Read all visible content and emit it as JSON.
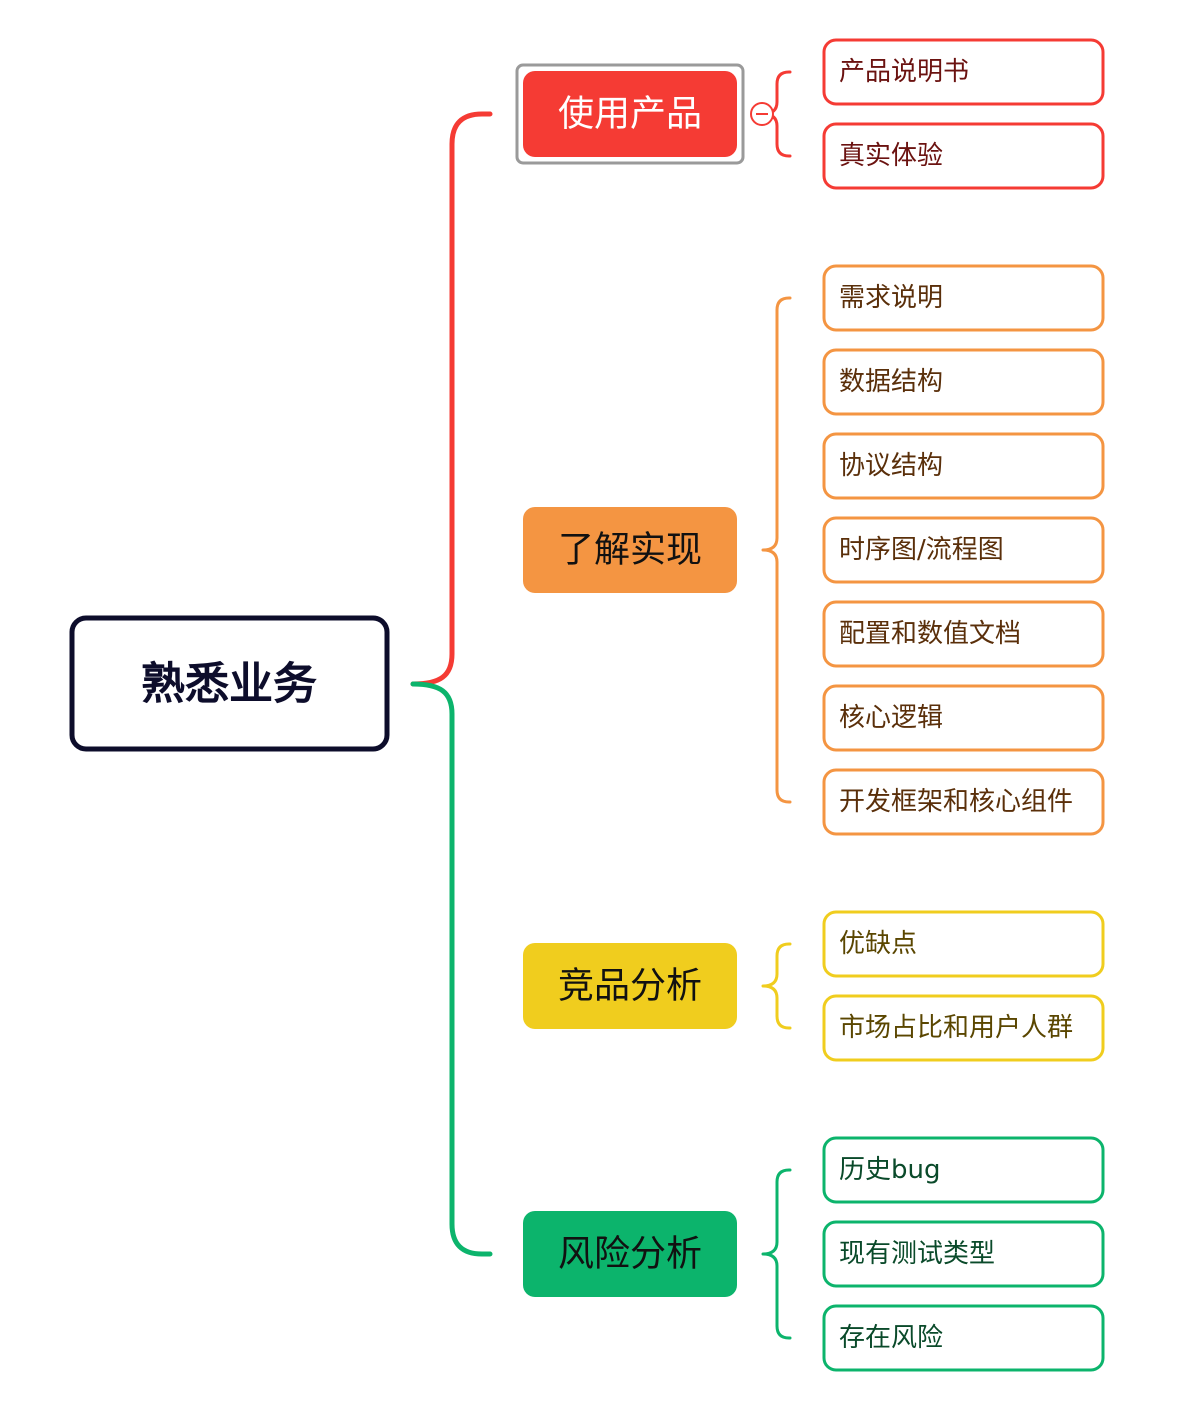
{
  "root": {
    "label": "熟悉业务",
    "border_color": "#0d0d2b"
  },
  "branches": [
    {
      "label": "使用产品",
      "color": "#f53b34",
      "text_color": "#ffffff",
      "leaf_text_color": "#6b1210",
      "selected": true,
      "collapse_icon": "collapse-minus-icon",
      "children": [
        "产品说明书",
        "真实体验"
      ]
    },
    {
      "label": "了解实现",
      "color": "#f49542",
      "text_color": "#111111",
      "leaf_text_color": "#5a2f0a",
      "selected": false,
      "children": [
        "需求说明",
        "数据结构",
        "协议结构",
        "时序图/流程图",
        "配置和数值文档",
        "核心逻辑",
        "开发框架和核心组件"
      ]
    },
    {
      "label": "竞品分析",
      "color": "#f0cd1e",
      "text_color": "#111111",
      "leaf_text_color": "#5a4600",
      "selected": false,
      "children": [
        "优缺点",
        "市场占比和用户人群"
      ]
    },
    {
      "label": "风险分析",
      "color": "#0cb46c",
      "text_color": "#111111",
      "leaf_text_color": "#0a4a2a",
      "selected": false,
      "children": [
        "历史bug",
        "现有测试类型",
        "存在风险"
      ]
    }
  ]
}
